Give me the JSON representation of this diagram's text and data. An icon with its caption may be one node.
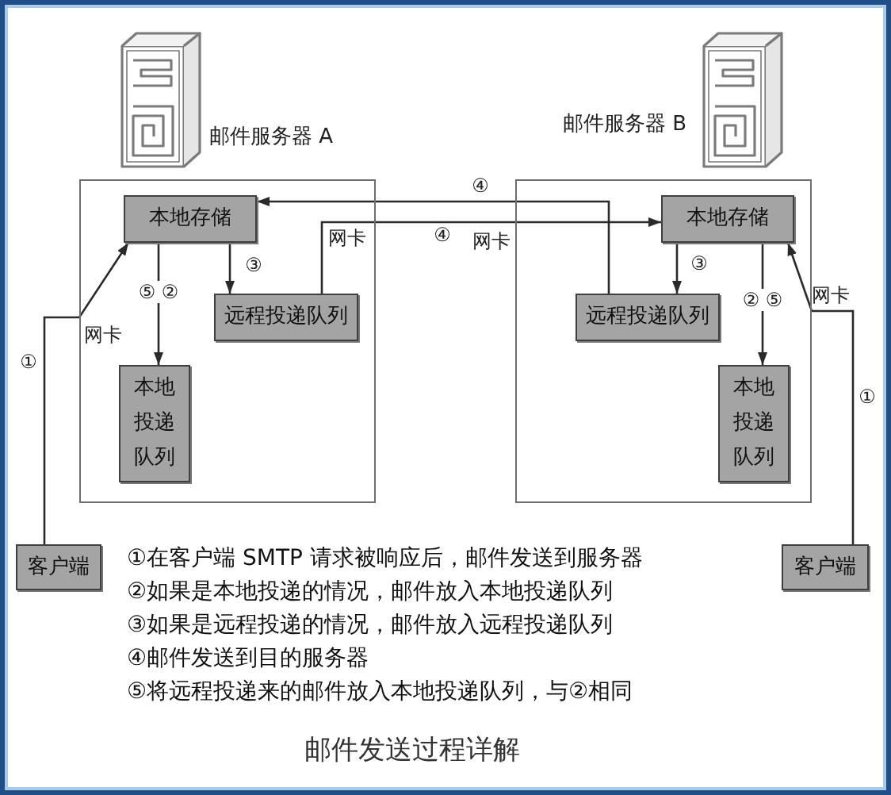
{
  "diagram": {
    "caption": "邮件发送过程详解",
    "nodes": [
      {
        "text": [],
        "shape": "box",
        "beside": [
          "邮件服务器 A"
        ]
      },
      {
        "text": [
          "本地存储"
        ],
        "in": 0
      },
      {
        "text": [
          "远程投递队列"
        ],
        "in": 0
      },
      {
        "text": [
          "本地投递队列"
        ],
        "in": 0
      },
      {
        "text": [],
        "shape": "box",
        "beside": [
          "邮件服务器 B"
        ]
      },
      {
        "text": [
          "本地存储"
        ],
        "in": 4
      },
      {
        "text": [
          "远程投递队列"
        ],
        "in": 4
      },
      {
        "text": [
          "本地投递队列"
        ],
        "in": 4
      },
      {
        "text": [
          "客户端"
        ]
      },
      {
        "text": [
          "客户端"
        ]
      }
    ],
    "edges": [
      {
        "from": 8,
        "to": 1,
        "arrow": "to",
        "label": "①"
      },
      {
        "from": 1,
        "to": 3,
        "arrow": "to",
        "label": "⑤ ②"
      },
      {
        "from": 1,
        "to": 2,
        "arrow": "to",
        "label": "③"
      },
      {
        "from": 2,
        "to": 5,
        "arrow": "to",
        "label": "④"
      },
      {
        "from": 6,
        "to": 1,
        "arrow": "to",
        "label": "④"
      },
      {
        "from": 9,
        "to": 5,
        "arrow": "to",
        "label": "①"
      },
      {
        "from": 5,
        "to": 6,
        "arrow": "to",
        "label": "③"
      },
      {
        "from": 5,
        "to": 7,
        "arrow": "to",
        "label": "② ⑤"
      }
    ],
    "labels": [
      "网卡",
      "网卡",
      "网卡",
      "网卡",
      "①在客户端 SMTP 请求被响应后，邮件发送到服务器",
      "②如果是本地投递的情况，邮件放入本地投递队列",
      "③如果是远程投递的情况，邮件放入远程投递队列",
      "④邮件发送到目的服务器",
      "⑤将远程投递来的邮件放入本地投递队列，与②相同"
    ]
  }
}
